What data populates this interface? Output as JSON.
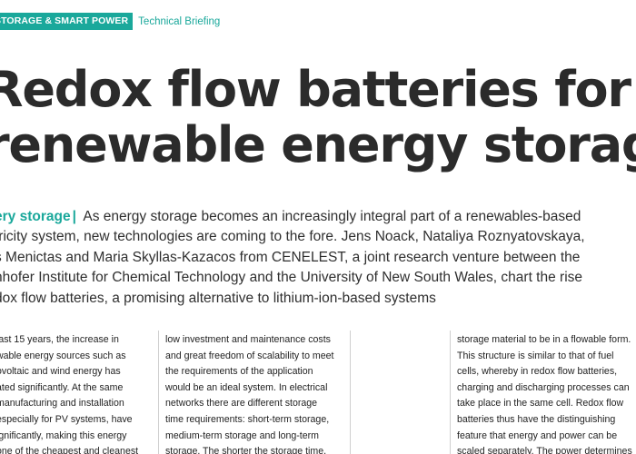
{
  "header": {
    "section": "STORAGE & SMART POWER",
    "subsection": "Technical Briefing"
  },
  "headline": {
    "line1": "Redox flow batteries for",
    "line2": "renewable energy storage"
  },
  "standfirst": {
    "kicker": "ery storage",
    "divider": "|",
    "lines": [
      "As energy storage becomes an increasingly integral part of a renewables-based",
      "tricity system, new technologies are coming to the fore. Jens Noack, Nataliya Roznyatovskaya,",
      "s Menictas and Maria Skyllas-Kazacos from CENELEST, a joint research venture between the",
      "nhofer Institute for Chemical Technology and the University of New South Wales, chart the rise",
      "dox flow batteries, a promising alternative to lithium-ion-based systems"
    ]
  },
  "columns": {
    "col1": [
      "last 15 years, the increase in",
      "wable energy sources such as",
      "ovoltaic and wind energy has",
      "ated significantly. At the same",
      "manufacturing and installation",
      "especially for PV systems, have",
      "ignificantly, making this energy",
      "one of the cheapest and cleanest"
    ],
    "col2": [
      "low investment and maintenance costs",
      "and great freedom of scalability to meet",
      "the requirements of the application",
      "would be an ideal system. In electrical",
      "networks there are different storage",
      "time requirements: short-term storage,",
      "medium-term storage and long-term",
      "storage. The shorter the storage time,"
    ],
    "col4": [
      "storage material to be in a flowable form.",
      "This structure is similar to that of fuel",
      "cells, whereby in redox flow batteries,",
      "charging and discharging processes can",
      "take place in the same cell. Redox flow",
      "batteries thus have the distinguishing",
      "feature that energy and power can be",
      "scaled separately. The power determines"
    ]
  }
}
